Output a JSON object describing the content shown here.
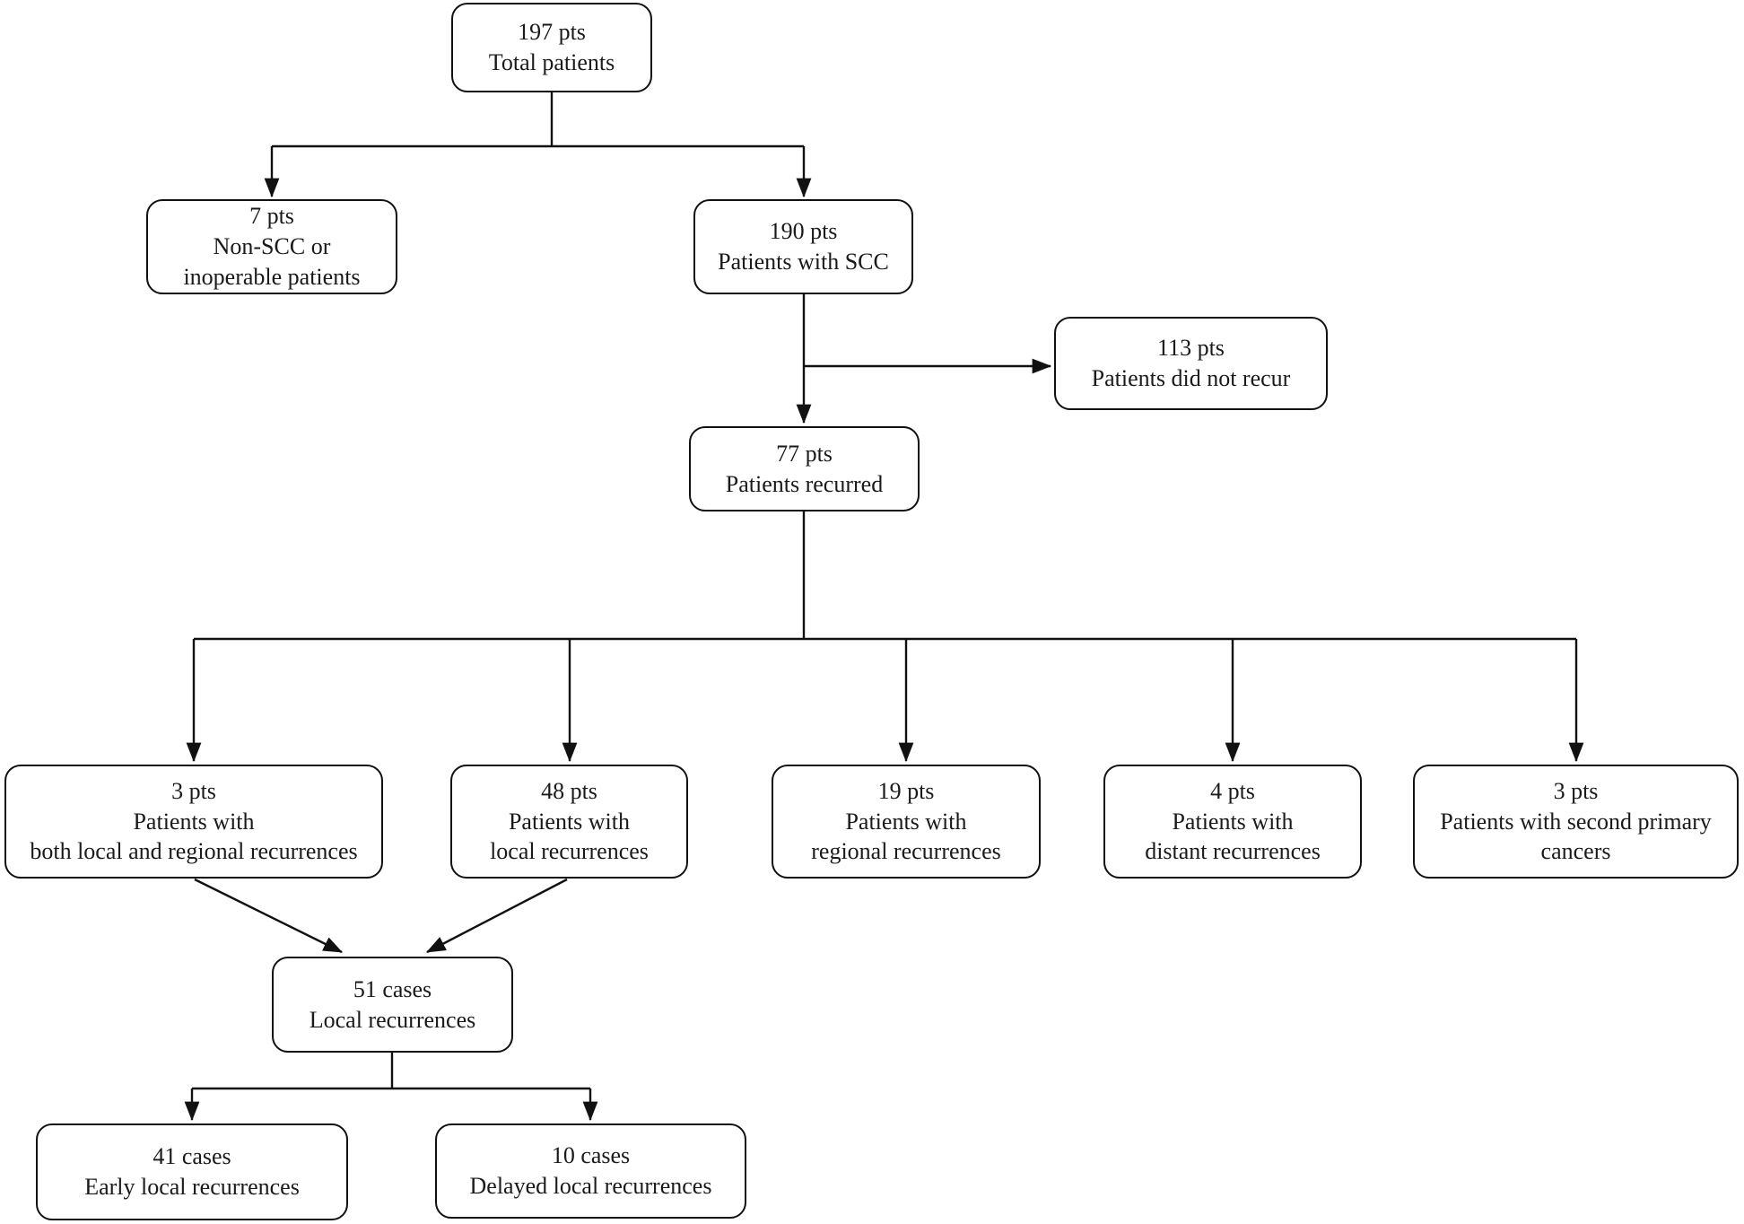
{
  "diagram": {
    "background_color": "#ffffff",
    "line_color": "#111111",
    "nodes": {
      "total": {
        "count": "197 pts",
        "label": "Total patients"
      },
      "non_scc": {
        "count": "7 pts",
        "label": "Non-SCC or\ninoperable patients"
      },
      "scc": {
        "count": "190 pts",
        "label": "Patients with SCC"
      },
      "no_recur": {
        "count": "113 pts",
        "label": "Patients did not recur"
      },
      "recurred": {
        "count": "77 pts",
        "label": "Patients recurred"
      },
      "both_local_regional": {
        "count": "3 pts",
        "label": "Patients with\nboth local and regional recurrences"
      },
      "local": {
        "count": "48 pts",
        "label": "Patients with\nlocal recurrences"
      },
      "regional": {
        "count": "19 pts",
        "label": "Patients with\nregional recurrences"
      },
      "distant": {
        "count": "4 pts",
        "label": "Patients with\ndistant recurrences"
      },
      "second_primary": {
        "count": "3 pts",
        "label": "Patients with second primary\ncancers"
      },
      "local_cases": {
        "count": "51 cases",
        "label": "Local recurrences"
      },
      "early_local": {
        "count": "41 cases",
        "label": "Early local recurrences"
      },
      "delayed_local": {
        "count": "10 cases",
        "label": "Delayed local recurrences"
      }
    }
  }
}
